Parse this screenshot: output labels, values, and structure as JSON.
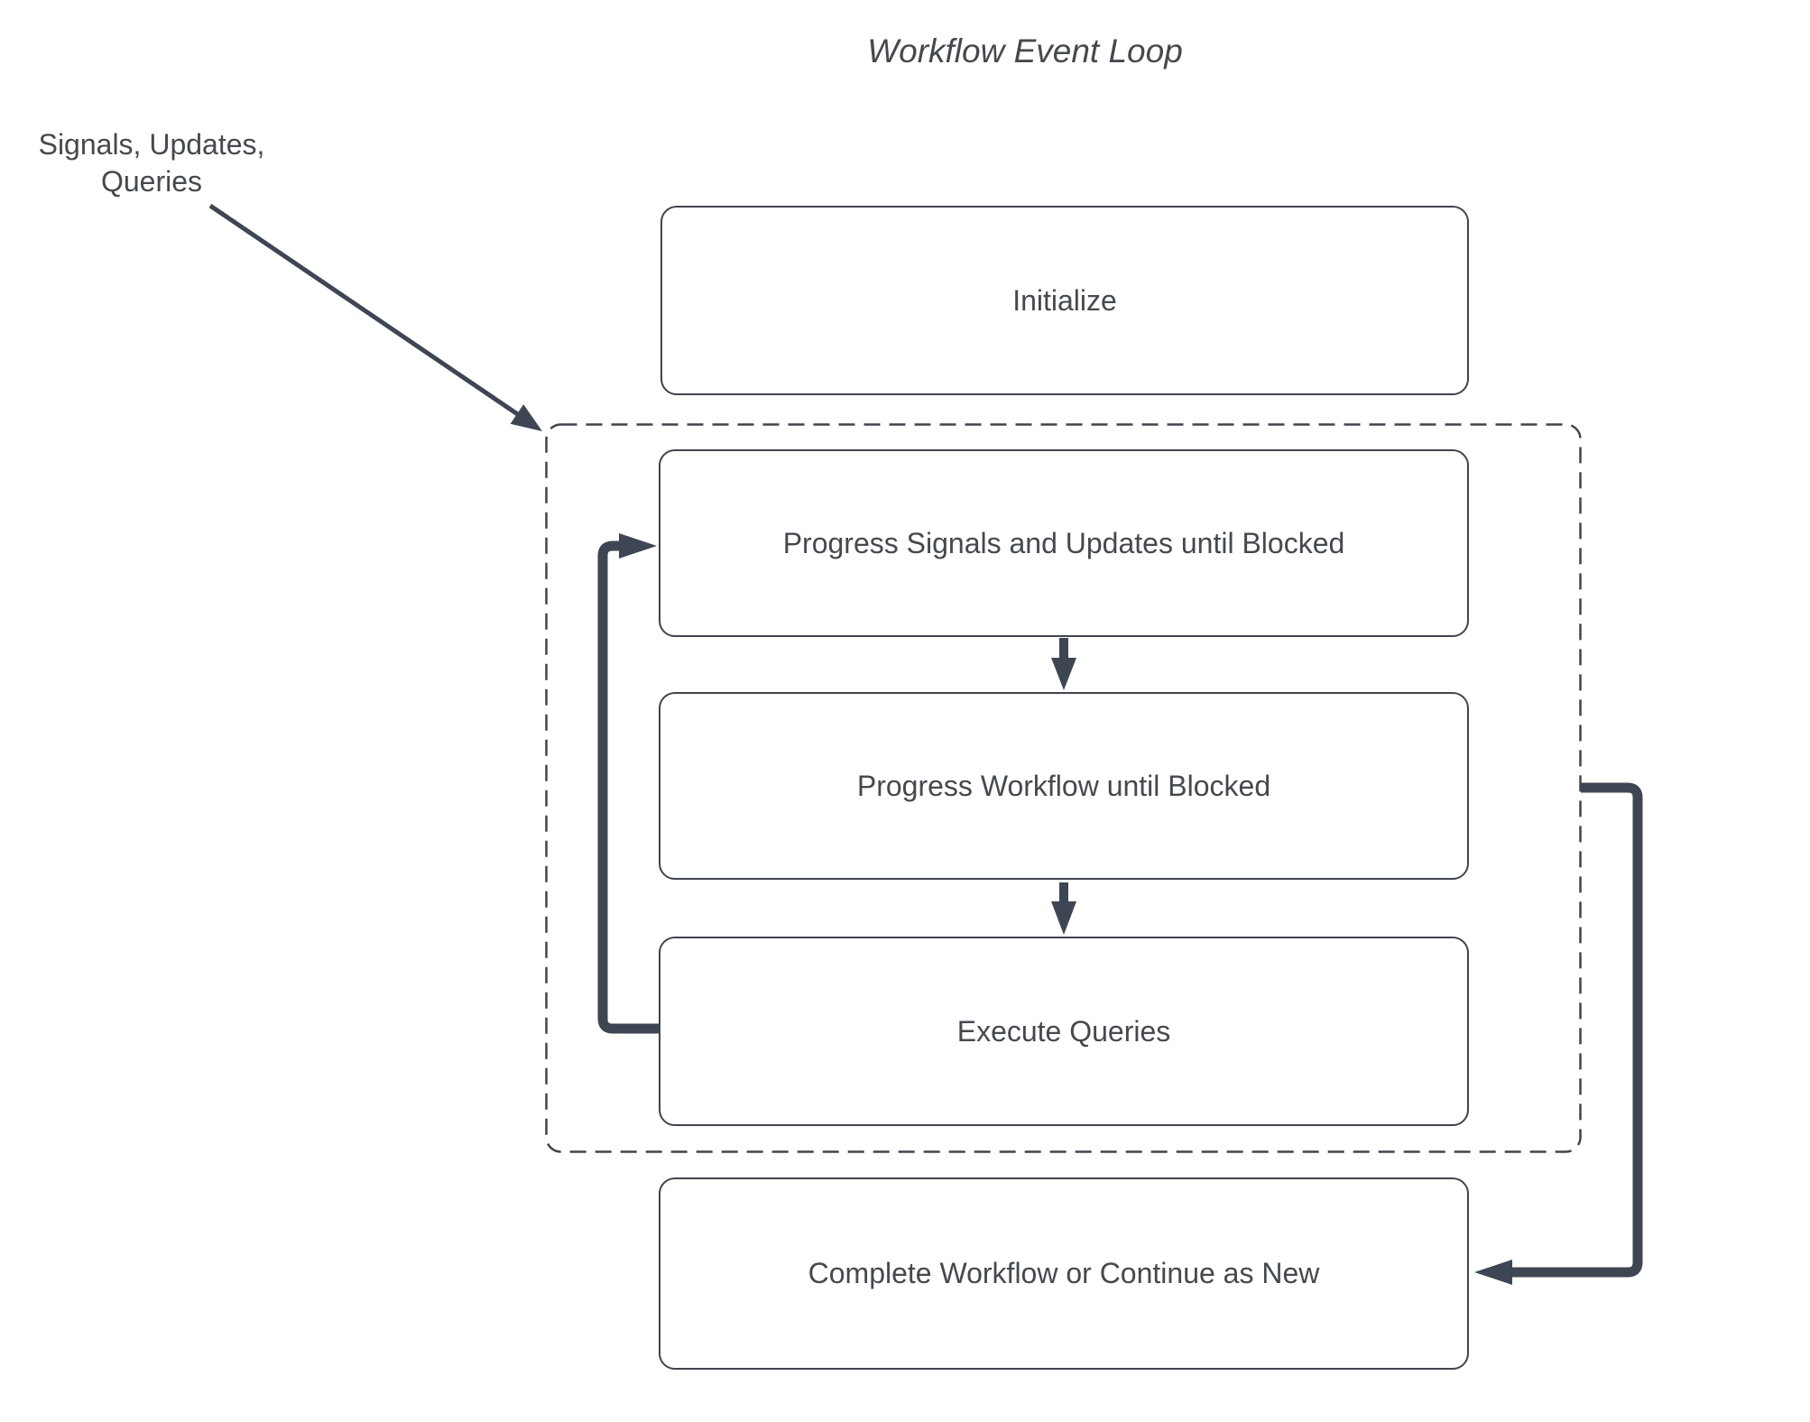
{
  "title": "Workflow Event Loop",
  "annotation": {
    "line1": "Signals, Updates,",
    "line2": "Queries"
  },
  "nodes": {
    "initialize": "Initialize",
    "progress_signals": "Progress Signals and Updates until Blocked",
    "progress_workflow": "Progress Workflow until Blocked",
    "execute_queries": "Execute Queries",
    "complete": "Complete Workflow or Continue as New"
  },
  "edges": [
    {
      "from": "signals-updates-queries-annotation",
      "to": "event-loop-container",
      "style": "thin-diagonal-arrow"
    },
    {
      "from": "progress_signals",
      "to": "progress_workflow",
      "style": "down-arrow"
    },
    {
      "from": "progress_workflow",
      "to": "execute_queries",
      "style": "down-arrow"
    },
    {
      "from": "execute_queries",
      "to": "progress_signals",
      "style": "thick-loop-back-left"
    },
    {
      "from": "event-loop-container",
      "to": "complete",
      "style": "thick-right-side-arrow"
    }
  ],
  "container": {
    "name": "event-loop-dashed-boundary",
    "border_style": "dashed"
  },
  "colors": {
    "arrow": "#3e4653",
    "border": "#3f454e",
    "text": "#45494f",
    "background": "#ffffff"
  }
}
